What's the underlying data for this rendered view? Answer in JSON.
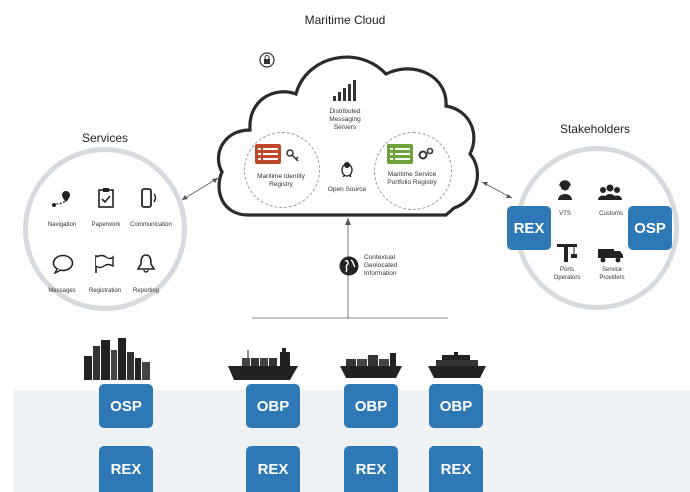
{
  "title": "Maritime Cloud",
  "cloud": {
    "distributed_label": "Distributed Messaging Servers",
    "identity_label": "Maritime Identity Registry",
    "open_source_label": "Open Source",
    "portfolio_label": "Maritime Service Portfolio Registry"
  },
  "contextual_label": "Contextual Geolocated Information",
  "services": {
    "title": "Services",
    "items": [
      "Navigation",
      "Paperwork",
      "Communication",
      "Messages",
      "Registration",
      "Reporting"
    ]
  },
  "stakeholders": {
    "title": "Stakeholders",
    "items": [
      "VTS",
      "Customs",
      "Ports Operators",
      "Service Providers"
    ],
    "rex_label": "REX",
    "osp_label": "OSP"
  },
  "columns": [
    {
      "icon": "city-icon",
      "top_label": "OSP",
      "bottom_label": "REX"
    },
    {
      "icon": "cargo-ship-icon",
      "top_label": "OBP",
      "bottom_label": "REX"
    },
    {
      "icon": "container-ship-icon",
      "top_label": "OBP",
      "bottom_label": "REX"
    },
    {
      "icon": "ferry-ship-icon",
      "top_label": "OBP",
      "bottom_label": "REX"
    }
  ],
  "colors": {
    "box_blue": "#2e78b5",
    "identity_red": "#c0482b",
    "portfolio_green": "#6ea33a",
    "bottom_band": "#eef2f5",
    "circle_gray": "#d7dbdf"
  }
}
